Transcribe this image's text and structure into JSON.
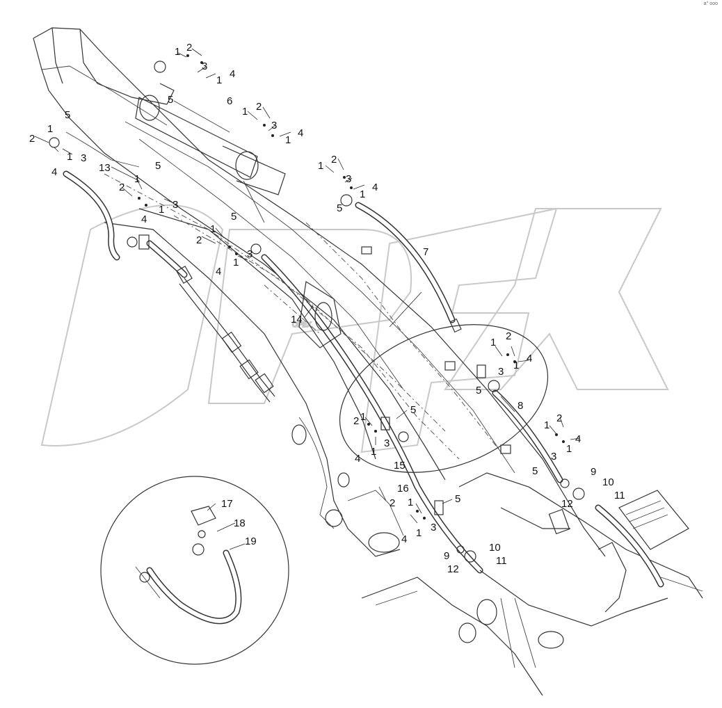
{
  "diagram": {
    "watermark": "OPEX",
    "corner_mark": "a° ooo",
    "callouts": [
      {
        "id": "c1a",
        "text": "1"
      },
      {
        "id": "c2a",
        "text": "2"
      },
      {
        "id": "c3a",
        "text": "3"
      },
      {
        "id": "c4a",
        "text": "4"
      },
      {
        "id": "c1b",
        "text": "1"
      },
      {
        "id": "c5a",
        "text": "5"
      },
      {
        "id": "c6",
        "text": "6"
      },
      {
        "id": "c1c",
        "text": "1"
      },
      {
        "id": "c2c",
        "text": "2"
      },
      {
        "id": "c3c",
        "text": "3"
      },
      {
        "id": "c4c",
        "text": "4"
      },
      {
        "id": "c1d",
        "text": "1"
      },
      {
        "id": "c2e",
        "text": "2"
      },
      {
        "id": "c1e",
        "text": "1"
      },
      {
        "id": "c5e",
        "text": "5"
      },
      {
        "id": "c3e",
        "text": "3"
      },
      {
        "id": "c1f",
        "text": "1"
      },
      {
        "id": "c4e",
        "text": "4"
      },
      {
        "id": "c13",
        "text": "13"
      },
      {
        "id": "c5g",
        "text": "5"
      },
      {
        "id": "c2g",
        "text": "2"
      },
      {
        "id": "c1g",
        "text": "1"
      },
      {
        "id": "c3g",
        "text": "3"
      },
      {
        "id": "c1h",
        "text": "1"
      },
      {
        "id": "c4g",
        "text": "4"
      },
      {
        "id": "c1i",
        "text": "1"
      },
      {
        "id": "c2i",
        "text": "2"
      },
      {
        "id": "c3i",
        "text": "3"
      },
      {
        "id": "c4i",
        "text": "4"
      },
      {
        "id": "c1j",
        "text": "1"
      },
      {
        "id": "c5i",
        "text": "5"
      },
      {
        "id": "c5k",
        "text": "5"
      },
      {
        "id": "c1k",
        "text": "1"
      },
      {
        "id": "c2k",
        "text": "2"
      },
      {
        "id": "c3k",
        "text": "3"
      },
      {
        "id": "c4k",
        "text": "4"
      },
      {
        "id": "c1l",
        "text": "1"
      },
      {
        "id": "c7",
        "text": "7"
      },
      {
        "id": "c14",
        "text": "14"
      },
      {
        "id": "c1m",
        "text": "1"
      },
      {
        "id": "c2m",
        "text": "2"
      },
      {
        "id": "c1n",
        "text": "1"
      },
      {
        "id": "c4m",
        "text": "4"
      },
      {
        "id": "c5m",
        "text": "5"
      },
      {
        "id": "c3m",
        "text": "3"
      },
      {
        "id": "c8",
        "text": "8"
      },
      {
        "id": "c2o",
        "text": "2"
      },
      {
        "id": "c1o",
        "text": "1"
      },
      {
        "id": "c5o",
        "text": "5"
      },
      {
        "id": "c3o",
        "text": "3"
      },
      {
        "id": "c1p",
        "text": "1"
      },
      {
        "id": "c4o",
        "text": "4"
      },
      {
        "id": "c15",
        "text": "15"
      },
      {
        "id": "c1q",
        "text": "1"
      },
      {
        "id": "c2q",
        "text": "2"
      },
      {
        "id": "c4q",
        "text": "4"
      },
      {
        "id": "c3q",
        "text": "3"
      },
      {
        "id": "c1r",
        "text": "1"
      },
      {
        "id": "c5q",
        "text": "5"
      },
      {
        "id": "c9a",
        "text": "9"
      },
      {
        "id": "c10a",
        "text": "10"
      },
      {
        "id": "c11a",
        "text": "11"
      },
      {
        "id": "c12a",
        "text": "12"
      },
      {
        "id": "c16",
        "text": "16"
      },
      {
        "id": "c2s",
        "text": "2"
      },
      {
        "id": "c1s",
        "text": "1"
      },
      {
        "id": "c5s",
        "text": "5"
      },
      {
        "id": "c4s",
        "text": "4"
      },
      {
        "id": "c1t",
        "text": "1"
      },
      {
        "id": "c3s",
        "text": "3"
      },
      {
        "id": "c9b",
        "text": "9"
      },
      {
        "id": "c10b",
        "text": "10"
      },
      {
        "id": "c12b",
        "text": "12"
      },
      {
        "id": "c11b",
        "text": "11"
      },
      {
        "id": "c17",
        "text": "17"
      },
      {
        "id": "c18",
        "text": "18"
      },
      {
        "id": "c19",
        "text": "19"
      }
    ]
  }
}
